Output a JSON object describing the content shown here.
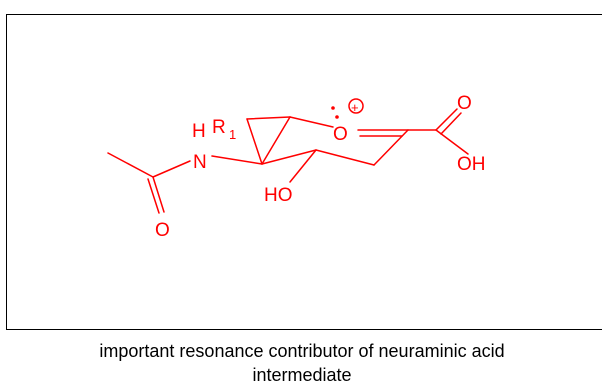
{
  "header": {
    "partial_caption": ""
  },
  "molecule": {
    "atoms": {
      "nitrogen": "N",
      "hydrogen_on_n": "H",
      "r_group": "R",
      "r_subscript": "1",
      "ring_oxygen": "O",
      "hydroxyl": "HO",
      "acid_carbonyl_o": "O",
      "acid_oh": "OH",
      "acetyl_carbonyl_o": "O"
    },
    "charge_symbol": "+",
    "color": "#ff0000"
  },
  "caption": {
    "line1": "important resonance contributor of neuraminic acid",
    "line2": "intermediate"
  }
}
